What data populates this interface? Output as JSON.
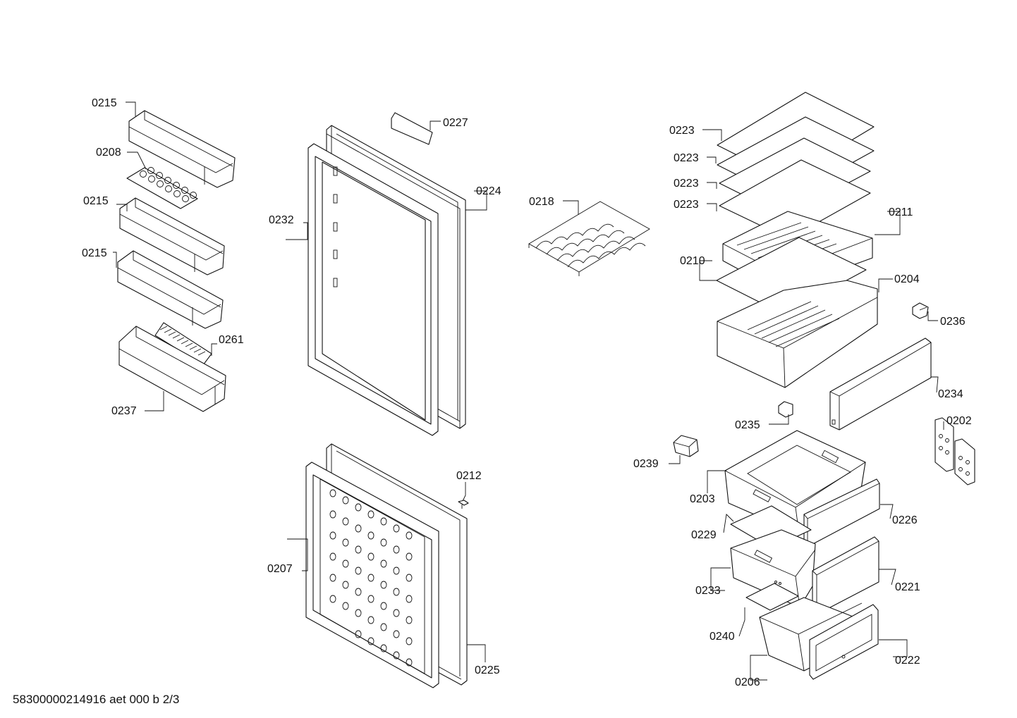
{
  "footer": {
    "document_id": "58300000214916 aet 000 b 2/3"
  },
  "callouts": {
    "c0215a": "0215",
    "c0208": "0208",
    "c0215b": "0215",
    "c0215c": "0215",
    "c0261": "0261",
    "c0237": "0237",
    "c0227": "0227",
    "c0224": "0224",
    "c0232": "0232",
    "c0218": "0218",
    "c0212": "0212",
    "c0207": "0207",
    "c0225": "0225",
    "c0223a": "0223",
    "c0223b": "0223",
    "c0223c": "0223",
    "c0223d": "0223",
    "c0211": "0211",
    "c0210": "0210",
    "c0204": "0204",
    "c0236": "0236",
    "c0234": "0234",
    "c0235": "0235",
    "c0202": "0202",
    "c0239": "0239",
    "c0203": "0203",
    "c0226": "0226",
    "c0229": "0229",
    "c0233": "0233",
    "c0221": "0221",
    "c0240": "0240",
    "c0222": "0222",
    "c0206": "0206"
  }
}
